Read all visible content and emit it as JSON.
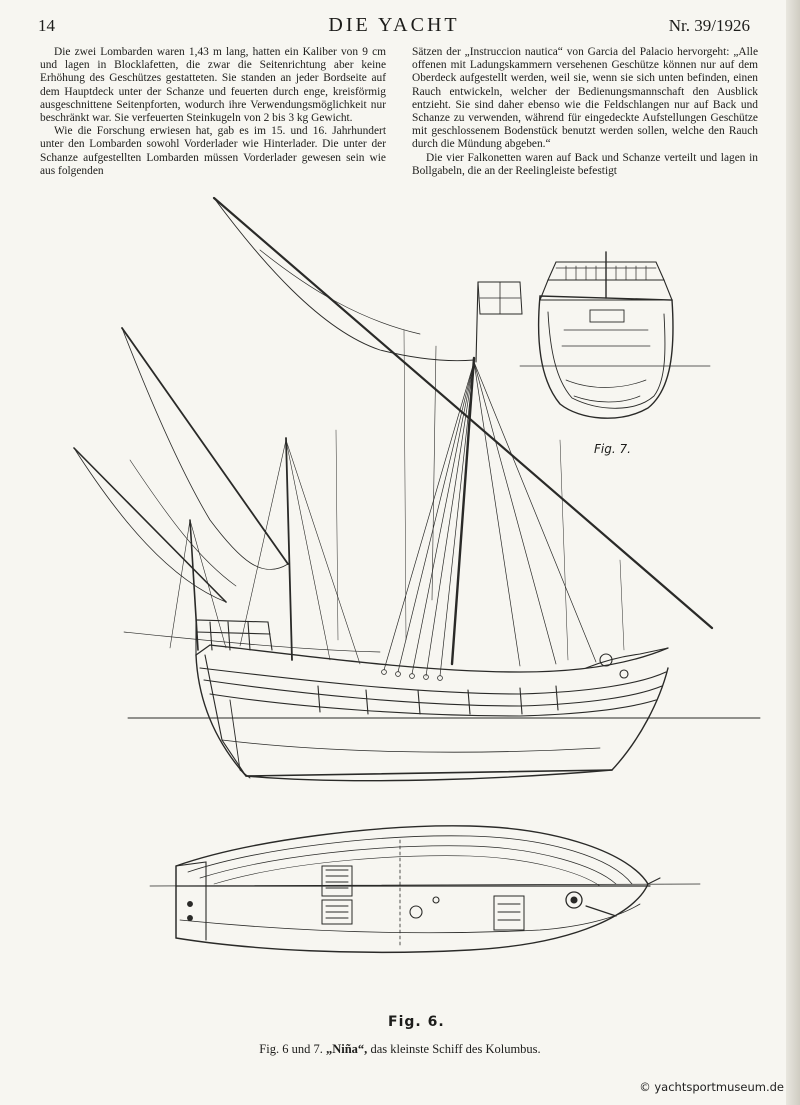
{
  "header": {
    "page_number": "14",
    "journal_title": "DIE YACHT",
    "issue": "Nr. 39/1926"
  },
  "left_column": {
    "p1": "Die zwei Lombarden waren 1,43 m lang, hatten ein Kaliber von 9 cm und lagen in Blocklafetten, die zwar die Seitenrichtung aber keine Erhöhung des Geschützes gestatteten. Sie standen an jeder Bordseite auf dem Hauptdeck unter der Schanze und feuerten durch enge, kreisförmig ausgeschnittene Seitenpforten, wodurch ihre Verwendungsmöglichkeit nur beschränkt war. Sie verfeuerten Steinkugeln von 2 bis 3 kg Gewicht.",
    "p2": "Wie die Forschung erwiesen hat, gab es im 15. und 16. Jahrhundert unter den Lombarden sowohl Vorderlader wie Hinterlader. Die unter der Schanze aufgestellten Lombarden müssen Vorderlader gewesen sein wie aus folgenden"
  },
  "right_column": {
    "p1": "Sätzen der „Instruccion nautica“ von Garcia del Palacio hervorgeht: „Alle offenen mit Ladungskammern versehenen Geschütze können nur auf dem Oberdeck aufgestellt werden, weil sie, wenn sie sich unten befinden, einen Rauch entwickeln, welcher der Bedienungsmannschaft den Ausblick entzieht. Sie sind daher ebenso wie die Feldschlangen nur auf Back und Schanze zu verwenden, während für eingedeckte Aufstellungen Geschütze mit geschlossenem Bodenstück benutzt werden sollen, welche den Rauch durch die Mündung abgeben.“",
    "p2": "Die vier Falkonetten waren auf Back und Schanze verteilt und lagen in Bollgabeln, die an der Reelingleiste befestigt"
  },
  "figures": {
    "fig7_label": "Fig. 7.",
    "fig6_label": "Fig. 6.",
    "caption_prefix": "Fig. 6 und 7.",
    "caption_name": "„Niña“,",
    "caption_rest": "das kleinste Schiff des Kolumbus."
  },
  "watermark": "© yachtsportmuseum.de"
}
